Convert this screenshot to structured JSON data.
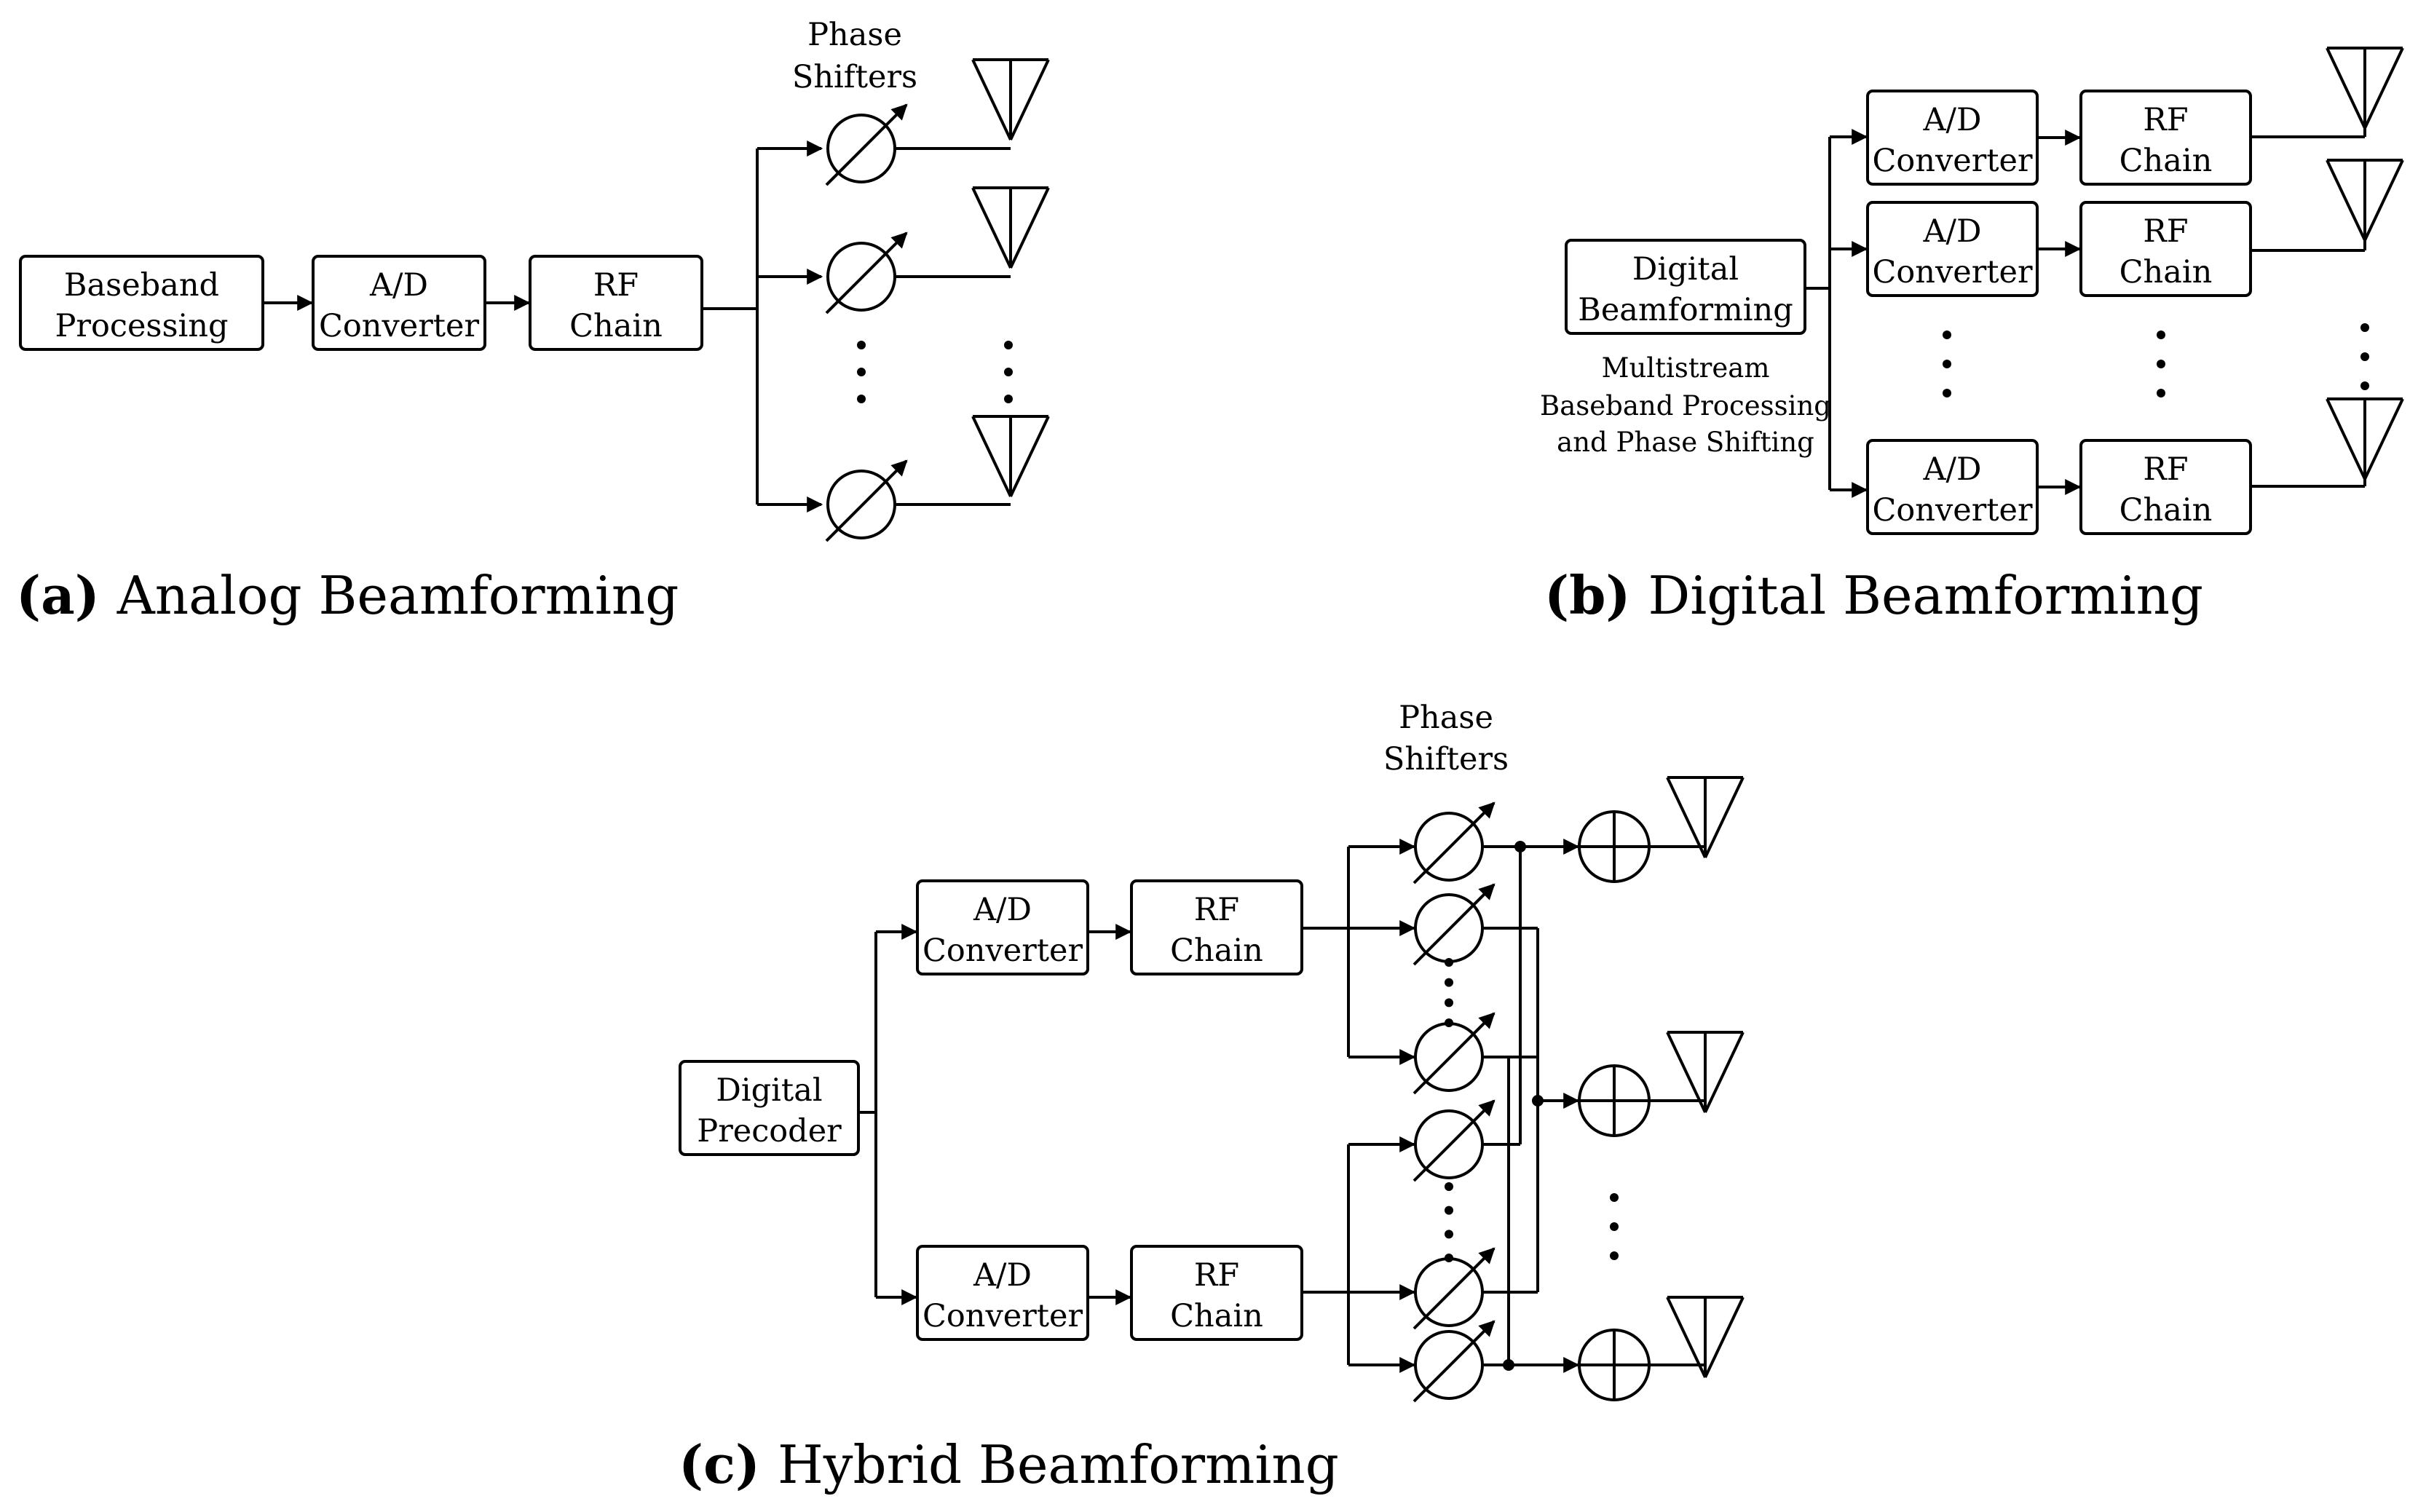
{
  "panel_a": {
    "caption_key": "(a)",
    "caption_title": "Analog Beamforming",
    "baseband": {
      "line1": "Baseband",
      "line2": "Processing"
    },
    "ad": {
      "line1": "A/D",
      "line2": "Converter"
    },
    "rf": {
      "line1": "RF",
      "line2": "Chain"
    },
    "phase_label": {
      "line1": "Phase",
      "line2": "Shifters"
    }
  },
  "panel_b": {
    "caption_key": "(b)",
    "caption_title": "Digital Beamforming",
    "digital": {
      "line1": "Digital",
      "line2": "Beamforming"
    },
    "note": {
      "line1": "Multistream",
      "line2": "Baseband Processing",
      "line3": "and Phase Shifting"
    },
    "ad": {
      "line1": "A/D",
      "line2": "Converter"
    },
    "rf": {
      "line1": "RF",
      "line2": "Chain"
    }
  },
  "panel_c": {
    "caption_key": "(c)",
    "caption_title": "Hybrid Beamforming",
    "precoder": {
      "line1": "Digital",
      "line2": "Precoder"
    },
    "ad": {
      "line1": "A/D",
      "line2": "Converter"
    },
    "rf": {
      "line1": "RF",
      "line2": "Chain"
    },
    "phase_label": {
      "line1": "Phase",
      "line2": "Shifters"
    }
  }
}
